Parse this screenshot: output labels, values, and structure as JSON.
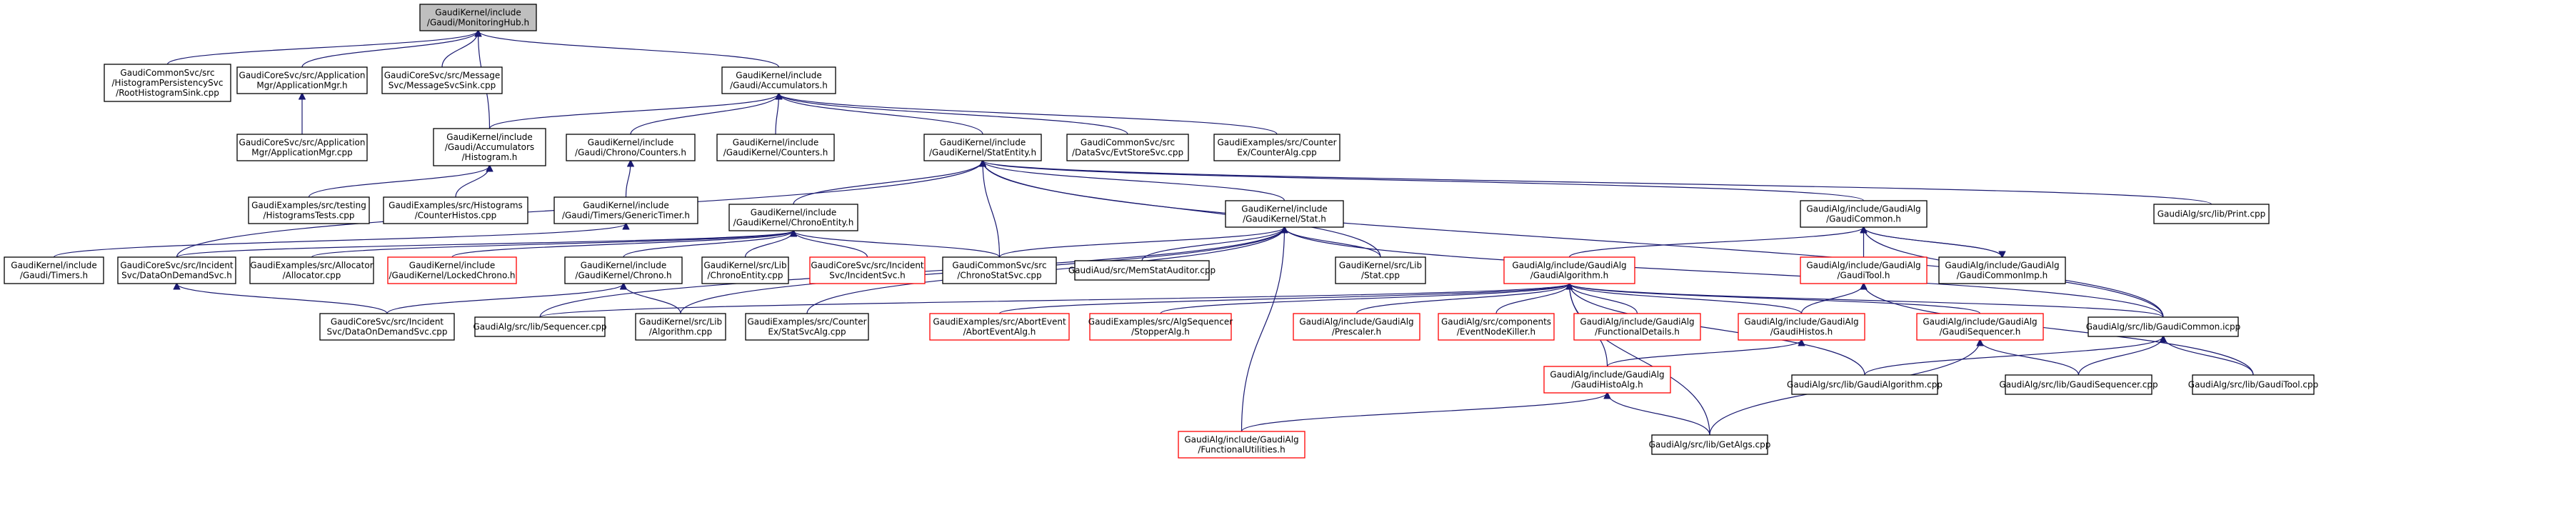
{
  "graph": {
    "colors": {
      "edge": "#191970",
      "normal_border": "#000000",
      "missing_border": "#ff0000",
      "root_fill": "#bfbfbf",
      "node_fill": "#ffffff",
      "text": "#000000"
    },
    "nodes": [
      {
        "id": "n_monhub",
        "lines": [
          "GaudiKernel/include",
          "/Gaudi/MonitoringHub.h"
        ],
        "style": "root"
      },
      {
        "id": "n_roothist",
        "lines": [
          "GaudiCommonSvc/src",
          "/HistogramPersistencySvc",
          "/RootHistogramSink.cpp"
        ],
        "style": "normal"
      },
      {
        "id": "n_appmgr_h",
        "lines": [
          "GaudiCoreSvc/src/Application",
          "Mgr/ApplicationMgr.h"
        ],
        "style": "normal"
      },
      {
        "id": "n_msgsink",
        "lines": [
          "GaudiCoreSvc/src/Message",
          "Svc/MessageSvcSink.cpp"
        ],
        "style": "normal"
      },
      {
        "id": "n_accum",
        "lines": [
          "GaudiKernel/include",
          "/Gaudi/Accumulators.h"
        ],
        "style": "normal"
      },
      {
        "id": "n_appmgr_cpp",
        "lines": [
          "GaudiCoreSvc/src/Application",
          "Mgr/ApplicationMgr.cpp"
        ],
        "style": "normal"
      },
      {
        "id": "n_histogram",
        "lines": [
          "GaudiKernel/include",
          "/Gaudi/Accumulators",
          "/Histogram.h"
        ],
        "style": "normal"
      },
      {
        "id": "n_chronocounters",
        "lines": [
          "GaudiKernel/include",
          "/Gaudi/Chrono/Counters.h"
        ],
        "style": "normal"
      },
      {
        "id": "n_counters",
        "lines": [
          "GaudiKernel/include",
          "/GaudiKernel/Counters.h"
        ],
        "style": "normal"
      },
      {
        "id": "n_statentity",
        "lines": [
          "GaudiKernel/include",
          "/GaudiKernel/StatEntity.h"
        ],
        "style": "normal"
      },
      {
        "id": "n_evtstore",
        "lines": [
          "GaudiCommonSvc/src",
          "/DataSvc/EvtStoreSvc.cpp"
        ],
        "style": "normal"
      },
      {
        "id": "n_counteralg",
        "lines": [
          "GaudiExamples/src/Counter",
          "Ex/CounterAlg.cpp"
        ],
        "style": "normal"
      },
      {
        "id": "n_histtests",
        "lines": [
          "GaudiExamples/src/testing",
          "/HistogramsTests.cpp"
        ],
        "style": "normal"
      },
      {
        "id": "n_counterhistos",
        "lines": [
          "GaudiExamples/src/Histograms",
          "/CounterHistos.cpp"
        ],
        "style": "normal"
      },
      {
        "id": "n_generictimer",
        "lines": [
          "GaudiKernel/include",
          "/Gaudi/Timers/GenericTimer.h"
        ],
        "style": "normal"
      },
      {
        "id": "n_timers",
        "lines": [
          "GaudiKernel/include",
          "/Gaudi/Timers.h"
        ],
        "style": "normal"
      },
      {
        "id": "n_chronoentity",
        "lines": [
          "GaudiKernel/include",
          "/GaudiKernel/ChronoEntity.h"
        ],
        "style": "normal"
      },
      {
        "id": "n_stat_h",
        "lines": [
          "GaudiKernel/include",
          "/GaudiKernel/Stat.h"
        ],
        "style": "normal"
      },
      {
        "id": "n_gaudicommon_h",
        "lines": [
          "GaudiAlg/include/GaudiAlg",
          "/GaudiCommon.h"
        ],
        "style": "normal"
      },
      {
        "id": "n_print",
        "lines": [
          "GaudiAlg/src/lib/Print.cpp"
        ],
        "style": "normal"
      },
      {
        "id": "n_dataondemand_h",
        "lines": [
          "GaudiCoreSvc/src/Incident",
          "Svc/DataOnDemandSvc.h"
        ],
        "style": "normal"
      },
      {
        "id": "n_allocator",
        "lines": [
          "GaudiExamples/src/Allocator",
          "/Allocator.cpp"
        ],
        "style": "normal"
      },
      {
        "id": "n_lockedchrono",
        "lines": [
          "GaudiKernel/include",
          "/GaudiKernel/LockedChrono.h"
        ],
        "style": "missing"
      },
      {
        "id": "n_chrono_h",
        "lines": [
          "GaudiKernel/include",
          "/GaudiKernel/Chrono.h"
        ],
        "style": "normal"
      },
      {
        "id": "n_chronoentity_cpp",
        "lines": [
          "GaudiKernel/src/Lib",
          "/ChronoEntity.cpp"
        ],
        "style": "normal"
      },
      {
        "id": "n_incidentsvc_h",
        "lines": [
          "GaudiCoreSvc/src/Incident",
          "Svc/IncidentSvc.h"
        ],
        "style": "missing"
      },
      {
        "id": "n_chronostat",
        "lines": [
          "GaudiCommonSvc/src",
          "/ChronoStatSvc.cpp"
        ],
        "style": "normal"
      },
      {
        "id": "n_memstat",
        "lines": [
          "GaudiAud/src/MemStatAuditor.cpp"
        ],
        "style": "normal"
      },
      {
        "id": "n_stat_cpp",
        "lines": [
          "GaudiKernel/src/Lib",
          "/Stat.cpp"
        ],
        "style": "normal"
      },
      {
        "id": "n_gaudialgorithm_h",
        "lines": [
          "GaudiAlg/include/GaudiAlg",
          "/GaudiAlgorithm.h"
        ],
        "style": "missing"
      },
      {
        "id": "n_gauditool_h",
        "lines": [
          "GaudiAlg/include/GaudiAlg",
          "/GaudiTool.h"
        ],
        "style": "missing"
      },
      {
        "id": "n_gaudicommonimp",
        "lines": [
          "GaudiAlg/include/GaudiAlg",
          "/GaudiCommonImp.h"
        ],
        "style": "normal"
      },
      {
        "id": "n_dataondemand_cpp",
        "lines": [
          "GaudiCoreSvc/src/Incident",
          "Svc/DataOnDemandSvc.cpp"
        ],
        "style": "normal"
      },
      {
        "id": "n_sequencer_cpp",
        "lines": [
          "GaudiAlg/src/lib/Sequencer.cpp"
        ],
        "style": "normal"
      },
      {
        "id": "n_algorithm_cpp",
        "lines": [
          "GaudiKernel/src/Lib",
          "/Algorithm.cpp"
        ],
        "style": "normal"
      },
      {
        "id": "n_statsvcalg",
        "lines": [
          "GaudiExamples/src/Counter",
          "Ex/StatSvcAlg.cpp"
        ],
        "style": "normal"
      },
      {
        "id": "n_aborteventalg",
        "lines": [
          "GaudiExamples/src/AbortEvent",
          "/AbortEventAlg.h"
        ],
        "style": "missing"
      },
      {
        "id": "n_stopperalg",
        "lines": [
          "GaudiExamples/src/AlgSequencer",
          "/StopperAlg.h"
        ],
        "style": "missing"
      },
      {
        "id": "n_prescaler",
        "lines": [
          "GaudiAlg/include/GaudiAlg",
          "/Prescaler.h"
        ],
        "style": "missing"
      },
      {
        "id": "n_eventnodekiller",
        "lines": [
          "GaudiAlg/src/components",
          "/EventNodeKiller.h"
        ],
        "style": "missing"
      },
      {
        "id": "n_functionaldetails",
        "lines": [
          "GaudiAlg/include/GaudiAlg",
          "/FunctionalDetails.h"
        ],
        "style": "missing"
      },
      {
        "id": "n_gaudihistos",
        "lines": [
          "GaudiAlg/include/GaudiAlg",
          "/GaudiHistos.h"
        ],
        "style": "missing"
      },
      {
        "id": "n_gaudisequencer_h",
        "lines": [
          "GaudiAlg/include/GaudiAlg",
          "/GaudiSequencer.h"
        ],
        "style": "missing"
      },
      {
        "id": "n_gaudicommon_icpp",
        "lines": [
          "GaudiAlg/src/lib/GaudiCommon.icpp"
        ],
        "style": "normal"
      },
      {
        "id": "n_gaudialgorithm_cpp",
        "lines": [
          "GaudiAlg/src/lib/GaudiAlgorithm.cpp"
        ],
        "style": "normal"
      },
      {
        "id": "n_gaudisequencer_cpp",
        "lines": [
          "GaudiAlg/src/lib/GaudiSequencer.cpp"
        ],
        "style": "normal"
      },
      {
        "id": "n_gauditool_cpp",
        "lines": [
          "GaudiAlg/src/lib/GaudiTool.cpp"
        ],
        "style": "normal"
      },
      {
        "id": "n_gaudihistoalg",
        "lines": [
          "GaudiAlg/include/GaudiAlg",
          "/GaudiHistoAlg.h"
        ],
        "style": "missing"
      },
      {
        "id": "n_functionalutilities",
        "lines": [
          "GaudiAlg/include/GaudiAlg",
          "/FunctionalUtilities.h"
        ],
        "style": "missing"
      },
      {
        "id": "n_getalgs",
        "lines": [
          "GaudiAlg/src/lib/GetAlgs.cpp"
        ],
        "style": "normal"
      }
    ],
    "edges": [
      [
        "n_roothist",
        "n_monhub"
      ],
      [
        "n_appmgr_h",
        "n_monhub"
      ],
      [
        "n_msgsink",
        "n_monhub"
      ],
      [
        "n_accum",
        "n_monhub"
      ],
      [
        "n_histogram",
        "n_monhub"
      ],
      [
        "n_appmgr_cpp",
        "n_appmgr_h"
      ],
      [
        "n_histogram",
        "n_accum"
      ],
      [
        "n_chronocounters",
        "n_accum"
      ],
      [
        "n_counters",
        "n_accum"
      ],
      [
        "n_statentity",
        "n_accum"
      ],
      [
        "n_evtstore",
        "n_accum"
      ],
      [
        "n_counteralg",
        "n_accum"
      ],
      [
        "n_histtests",
        "n_histogram"
      ],
      [
        "n_counterhistos",
        "n_histogram"
      ],
      [
        "n_generictimer",
        "n_chronocounters"
      ],
      [
        "n_timers",
        "n_generictimer"
      ],
      [
        "n_chronoentity",
        "n_statentity"
      ],
      [
        "n_stat_h",
        "n_statentity"
      ],
      [
        "n_gaudicommon_h",
        "n_statentity"
      ],
      [
        "n_print",
        "n_statentity"
      ],
      [
        "n_chronostat",
        "n_statentity"
      ],
      [
        "n_stat_cpp",
        "n_statentity"
      ],
      [
        "n_gaudicommon_icpp",
        "n_statentity"
      ],
      [
        "n_dataondemand_h",
        "n_statentity"
      ],
      [
        "n_dataondemand_h",
        "n_chronoentity"
      ],
      [
        "n_allocator",
        "n_chronoentity"
      ],
      [
        "n_lockedchrono",
        "n_chronoentity"
      ],
      [
        "n_chrono_h",
        "n_chronoentity"
      ],
      [
        "n_chronoentity_cpp",
        "n_chronoentity"
      ],
      [
        "n_incidentsvc_h",
        "n_chronoentity"
      ],
      [
        "n_chronostat",
        "n_chronoentity"
      ],
      [
        "n_chronostat",
        "n_stat_h"
      ],
      [
        "n_memstat",
        "n_stat_h"
      ],
      [
        "n_stat_cpp",
        "n_stat_h"
      ],
      [
        "n_sequencer_cpp",
        "n_stat_h"
      ],
      [
        "n_algorithm_cpp",
        "n_stat_h"
      ],
      [
        "n_statsvcalg",
        "n_stat_h"
      ],
      [
        "n_functionalutilities",
        "n_stat_h"
      ],
      [
        "n_gaudicommon_icpp",
        "n_stat_h"
      ],
      [
        "n_dataondemand_cpp",
        "n_chrono_h"
      ],
      [
        "n_algorithm_cpp",
        "n_chrono_h"
      ],
      [
        "n_dataondemand_cpp",
        "n_dataondemand_h"
      ],
      [
        "n_gaudialgorithm_h",
        "n_gaudicommon_h"
      ],
      [
        "n_gauditool_h",
        "n_gaudicommon_h"
      ],
      [
        "n_gaudicommonimp",
        "n_gaudicommon_h"
      ],
      [
        "n_gaudicommon_icpp",
        "n_gaudicommon_h"
      ],
      [
        "n_gaudicommon_h",
        "n_gaudicommonimp"
      ],
      [
        "n_gaudihistos",
        "n_gauditool_h"
      ],
      [
        "n_gauditool_cpp",
        "n_gauditool_h"
      ],
      [
        "n_aborteventalg",
        "n_gaudialgorithm_h"
      ],
      [
        "n_stopperalg",
        "n_gaudialgorithm_h"
      ],
      [
        "n_prescaler",
        "n_gaudialgorithm_h"
      ],
      [
        "n_eventnodekiller",
        "n_gaudialgorithm_h"
      ],
      [
        "n_functionaldetails",
        "n_gaudialgorithm_h"
      ],
      [
        "n_gaudihistos",
        "n_gaudialgorithm_h"
      ],
      [
        "n_gaudisequencer_h",
        "n_gaudialgorithm_h"
      ],
      [
        "n_gaudicommon_icpp",
        "n_gaudialgorithm_h"
      ],
      [
        "n_gaudialgorithm_cpp",
        "n_gaudialgorithm_h"
      ],
      [
        "n_gaudihistoalg",
        "n_gaudialgorithm_h"
      ],
      [
        "n_getalgs",
        "n_gaudialgorithm_h"
      ],
      [
        "n_sequencer_cpp",
        "n_gaudialgorithm_h"
      ],
      [
        "n_gaudihistoalg",
        "n_gaudihistos"
      ],
      [
        "n_gaudisequencer_cpp",
        "n_gaudisequencer_h"
      ],
      [
        "n_getalgs",
        "n_gaudisequencer_h"
      ],
      [
        "n_gaudialgorithm_cpp",
        "n_gaudicommon_icpp"
      ],
      [
        "n_gaudisequencer_cpp",
        "n_gaudicommon_icpp"
      ],
      [
        "n_gauditool_cpp",
        "n_gaudicommon_icpp"
      ],
      [
        "n_functionalutilities",
        "n_gaudihistoalg"
      ],
      [
        "n_getalgs",
        "n_gaudihistoalg"
      ]
    ]
  }
}
